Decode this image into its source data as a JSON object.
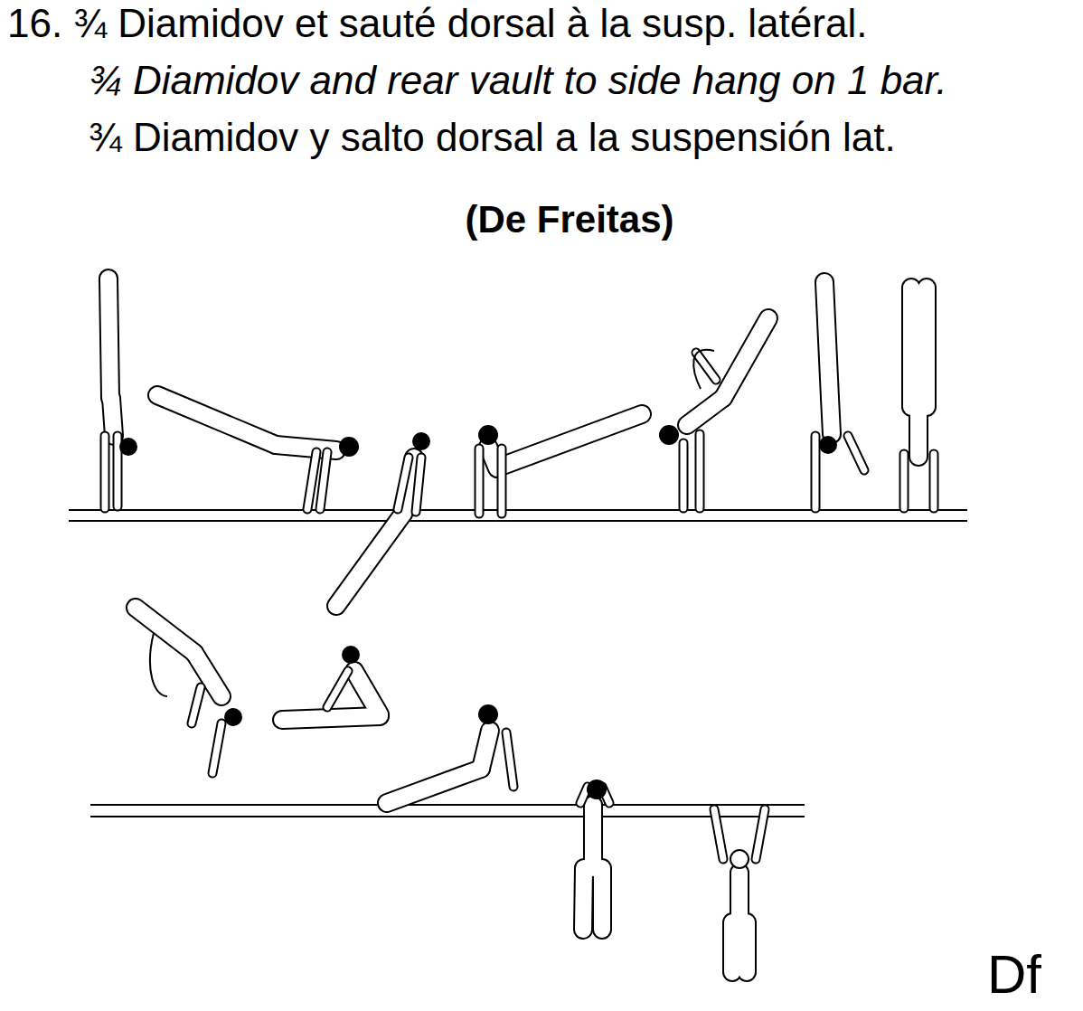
{
  "diagram": {
    "title": "16. ¾ Diamidov et sauté dorsal à la susp. latéral.",
    "labels": [
      "¾ Diamidov and rear vault to side hang on 1 bar.",
      "¾ Diamidov y salto dorsal a la suspensión lat.",
      "(De Freitas)",
      "Df"
    ]
  }
}
